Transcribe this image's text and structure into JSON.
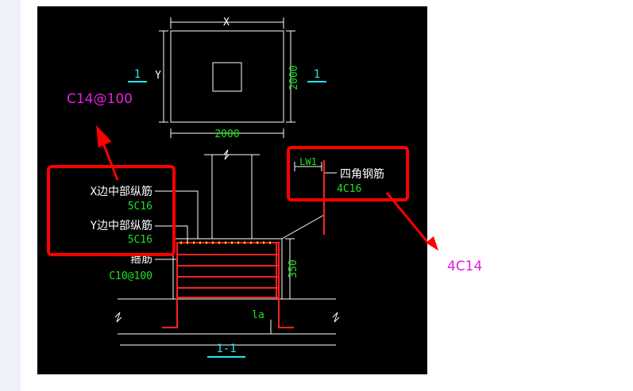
{
  "colors": {
    "background": "#000000",
    "line_white": "#ffffff",
    "rebar_red": "#ff2020",
    "label_green": "#20e020",
    "label_cyan": "#20e8f0",
    "annotation_magenta": "#e020e0",
    "highlight_box_red": "#ff0000"
  },
  "plan_view": {
    "x_label": "X",
    "y_label": "Y",
    "width_dim": "2000",
    "height_dim": "2000",
    "section_mark_left": "1",
    "section_mark_right": "1"
  },
  "section_view": {
    "x_middle_bars_label": "X边中部纵筋",
    "x_middle_bars_value": "5C16",
    "y_middle_bars_label": "Y边中部纵筋",
    "y_middle_bars_value": "5C16",
    "stirrup_label": "箍筋",
    "stirrup_value": "C10@100",
    "corner_bars_label": "四角钢筋",
    "corner_bars_value": "4C16",
    "lw_label": "LW1",
    "height_dim": "350",
    "anchor_label": "la",
    "section_title": "1-1"
  },
  "annotations": {
    "top_callout": "C14@100",
    "right_callout": "4C14"
  }
}
